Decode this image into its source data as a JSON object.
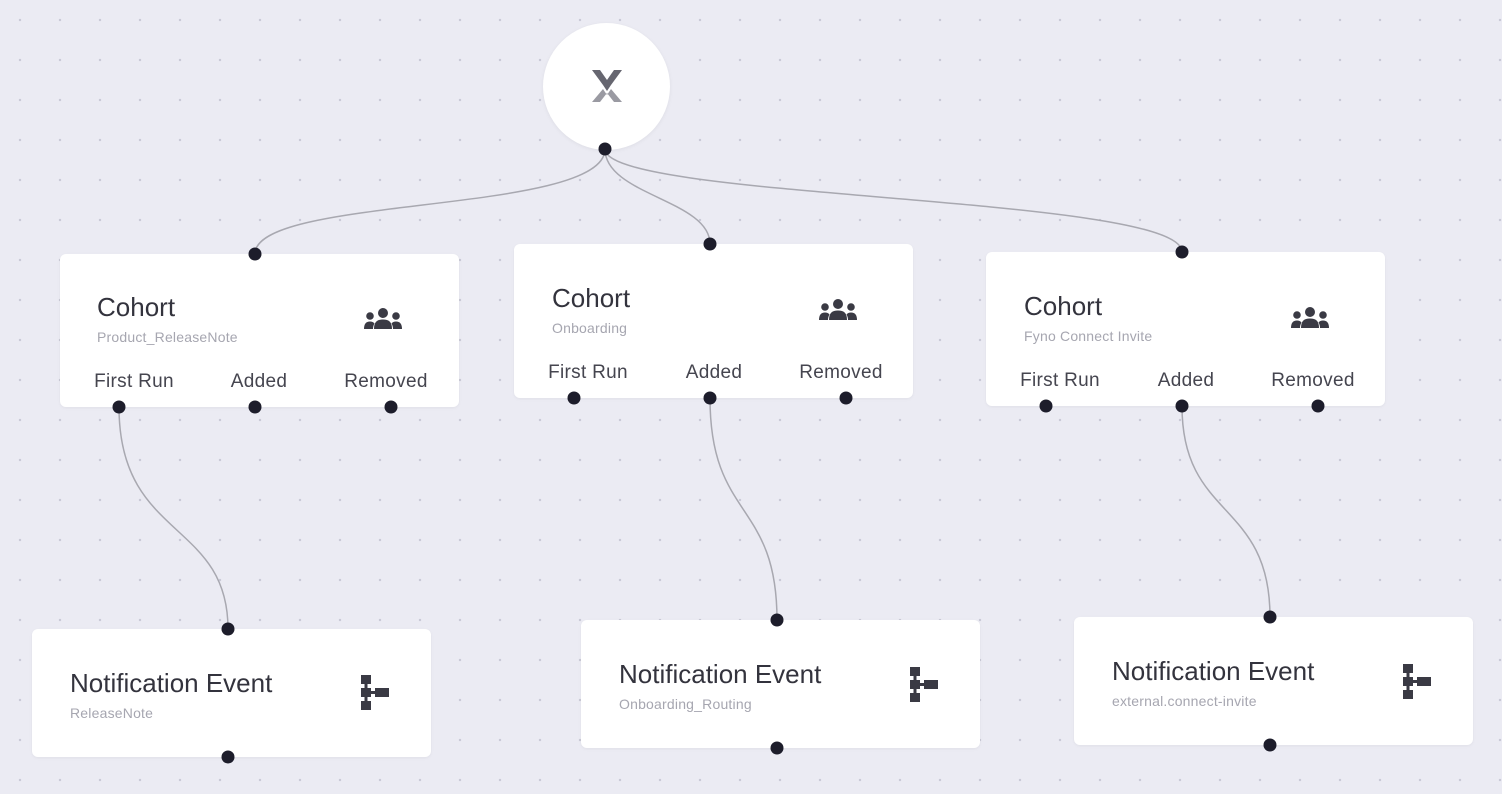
{
  "canvas": {
    "background": "#ebebf3",
    "edge_color": "#a8a8b0",
    "port_color": "#1d1d2b"
  },
  "root": {
    "icon": "fyno-logo-icon"
  },
  "cohorts": [
    {
      "title": "Cohort",
      "subtitle": "Product_ReleaseNote",
      "icon": "users-icon",
      "ports": [
        "First Run",
        "Added",
        "Removed"
      ]
    },
    {
      "title": "Cohort",
      "subtitle": "Onboarding",
      "icon": "users-icon",
      "ports": [
        "First Run",
        "Added",
        "Removed"
      ]
    },
    {
      "title": "Cohort",
      "subtitle": "Fyno Connect Invite",
      "icon": "users-icon",
      "ports": [
        "First Run",
        "Added",
        "Removed"
      ]
    }
  ],
  "events": [
    {
      "title": "Notification Event",
      "subtitle": "ReleaseNote",
      "icon": "routing-icon"
    },
    {
      "title": "Notification Event",
      "subtitle": "Onboarding_Routing",
      "icon": "routing-icon"
    },
    {
      "title": "Notification Event",
      "subtitle": "external.connect-invite",
      "icon": "routing-icon"
    }
  ]
}
